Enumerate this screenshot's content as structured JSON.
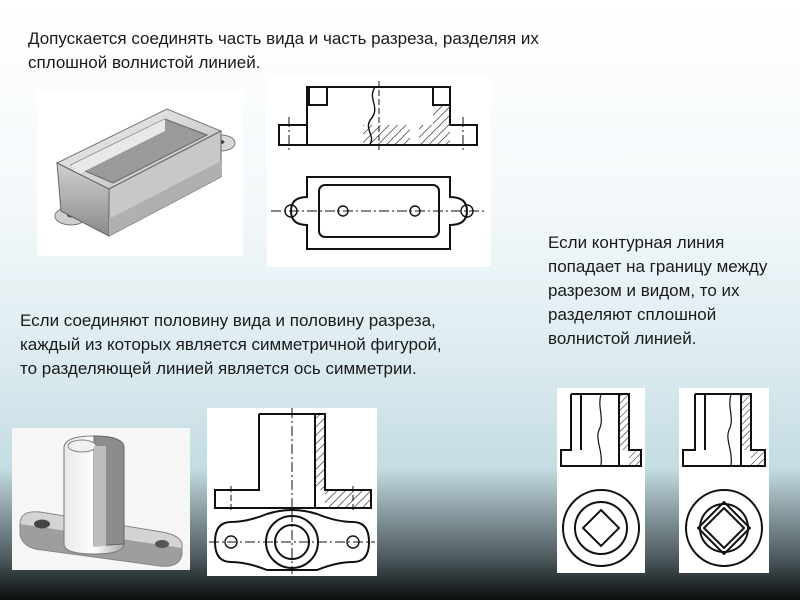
{
  "slide": {
    "text_top": "Допускается соединять часть вида и часть разреза, разделяя их сплошной волнистой линией.",
    "text_left": "Если соединяют половину вида и половину разреза, каждый из которых является симметричной фигурой, то разделяющей линией является ось симметрии.",
    "text_right": "Если контурная линия попадает на границу между разрезом и видом, то их разделяют сплошной волнистой линией."
  },
  "colors": {
    "stroke": "#111111",
    "hatch": "#222222",
    "background_top": "#ffffff",
    "background_bottom": "#0a0d0e"
  },
  "icons": {
    "box_model": "box-with-lugs-3d-icon",
    "box_drawing": "box-view-section-drawing-icon",
    "boss_model": "boss-with-flange-3d-icon",
    "boss_drawing": "boss-half-section-drawing-icon",
    "small_drawing_1": "bushing-drawing-1-icon",
    "small_drawing_2": "bushing-drawing-2-icon"
  }
}
